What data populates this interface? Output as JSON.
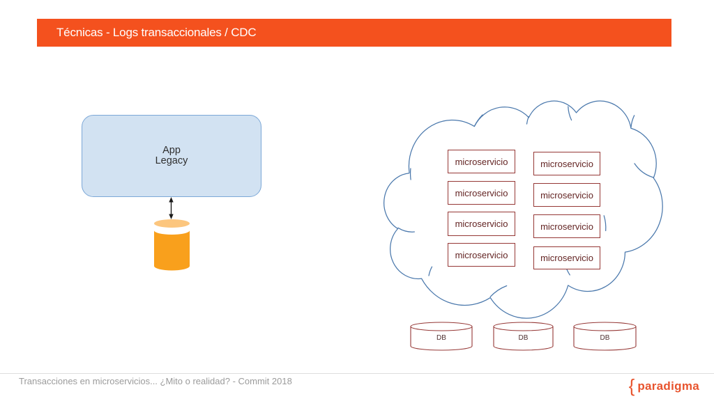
{
  "header": {
    "title": "Técnicas - Logs transaccionales / CDC",
    "bar_color": "#F4511E",
    "text_color": "#FFFFFF"
  },
  "diagram": {
    "legacy_app": {
      "label_line1": "App",
      "label_line2": "Legacy",
      "fill_color": "#D2E2F2",
      "border_color": "#7BA7D7"
    },
    "legacy_database_cylinder": {
      "body_color": "#F9A01C",
      "top_color": "#FCC67E"
    },
    "cloud": {
      "stroke_color": "#4A78AC"
    },
    "microservices": [
      "microservicio",
      "microservicio",
      "microservicio",
      "microservicio",
      "microservicio",
      "microservicio",
      "microservicio",
      "microservicio"
    ],
    "microservice_box_style": {
      "border_color": "#953735",
      "text_color": "#632423"
    },
    "databases": [
      "DB",
      "DB",
      "DB"
    ],
    "database_style": {
      "stroke_color": "#953735",
      "text_color": "#4D2E2E"
    }
  },
  "footer": {
    "text": "Transacciones en microservicios... ¿Mito o realidad? - Commit 2018",
    "text_color": "#9B9B9B"
  },
  "brand": {
    "brace": "{",
    "name": "paradigma",
    "color": "#E8542E"
  }
}
